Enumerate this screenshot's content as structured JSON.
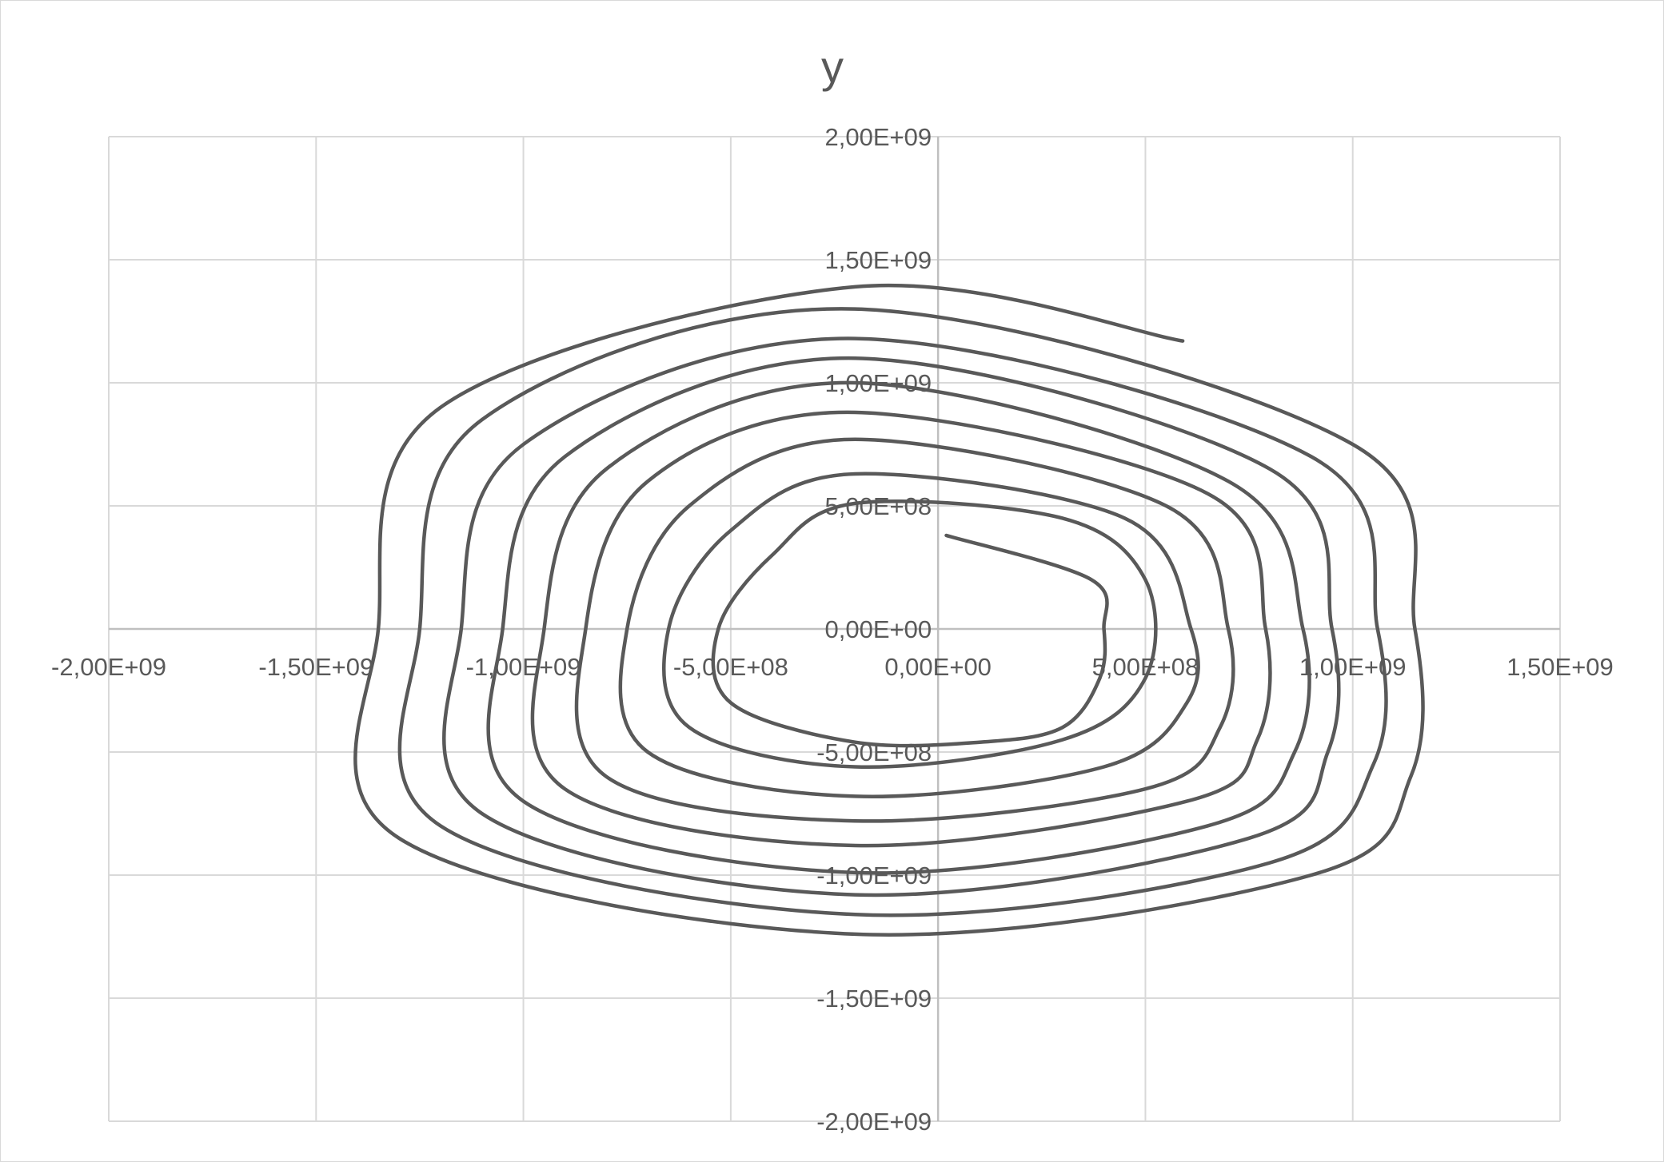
{
  "chart_data": {
    "type": "scatter",
    "title": "y",
    "series": [
      {
        "style": "smooth line, no markers",
        "color": "#595959",
        "shape": "elliptical spiral winding outward",
        "start": [
          20000000,
          380000000
        ],
        "end": [
          590000000,
          1170000000
        ],
        "turns": 8.15,
        "center": [
          -200000000,
          0
        ],
        "semi_axes_start": [
          610000000,
          465000000
        ],
        "semi_axes_end": [
          1380000000,
          1395000000
        ],
        "x": [
          20000000,
          370000000,
          400000000,
          390000000,
          300000000,
          100000000,
          -200000000,
          -500000000,
          -530000000,
          -400000000,
          -200000000,
          300000000,
          500000000,
          500000000,
          300000000,
          -200000000,
          -600000000,
          -650000000,
          -500000000,
          -200000000,
          450000000,
          610000000,
          600000000,
          400000000,
          -200000000,
          -700000000,
          -750000000,
          -600000000,
          -200000000,
          550000000,
          700000000,
          680000000,
          500000000,
          -200000000,
          -800000000,
          -850000000,
          -700000000,
          -200000000,
          650000000,
          790000000,
          770000000,
          600000000,
          -200000000,
          -900000000,
          -950000000,
          -800000000,
          -200000000,
          700000000,
          880000000,
          860000000,
          650000000,
          -200000000,
          -1000000000,
          -1050000000,
          -900000000,
          -200000000,
          800000000,
          950000000,
          940000000,
          750000000,
          -200000000,
          -1100000000,
          -1150000000,
          -1000000000,
          -200000000,
          900000000,
          1060000000,
          1050000000,
          800000000,
          -200000000,
          -1200000000,
          -1250000000,
          -1100000000,
          -200000000,
          1000000000,
          1150000000,
          1140000000,
          900000000,
          -200000000,
          -1300000000,
          -1350000000,
          -1200000000,
          -200000000,
          590000000
        ],
        "y": [
          380000000,
          200000000,
          0,
          -200000000,
          -400000000,
          -460000000,
          -460000000,
          -300000000,
          0,
          300000000,
          510000000,
          450000000,
          200000000,
          -200000000,
          -450000000,
          -560000000,
          -400000000,
          0,
          400000000,
          630000000,
          450000000,
          0,
          -300000000,
          -560000000,
          -680000000,
          -500000000,
          0,
          500000000,
          770000000,
          500000000,
          0,
          -400000000,
          -650000000,
          -780000000,
          -600000000,
          0,
          600000000,
          880000000,
          550000000,
          0,
          -450000000,
          -700000000,
          -880000000,
          -650000000,
          0,
          650000000,
          1000000000,
          600000000,
          0,
          -500000000,
          -800000000,
          -990000000,
          -700000000,
          0,
          700000000,
          1100000000,
          650000000,
          0,
          -500000000,
          -850000000,
          -1080000000,
          -750000000,
          0,
          750000000,
          1180000000,
          700000000,
          0,
          -550000000,
          -950000000,
          -1160000000,
          -800000000,
          0,
          850000000,
          1300000000,
          750000000,
          0,
          -600000000,
          -1000000000,
          -1240000000,
          -850000000,
          0,
          900000000,
          1390000000,
          1170000000
        ]
      }
    ],
    "xlim": [
      -2000000000,
      1500000000
    ],
    "ylim": [
      -2000000000,
      2000000000
    ],
    "x_ticks": [
      -2000000000,
      -1500000000,
      -1000000000,
      -500000000,
      0,
      500000000,
      1000000000,
      1500000000
    ],
    "y_ticks": [
      -2000000000,
      -1500000000,
      -1000000000,
      -500000000,
      0,
      500000000,
      1000000000,
      1500000000,
      2000000000
    ],
    "x_tick_labels": [
      "-2,00E+09",
      "-1,50E+09",
      "-1,00E+09",
      "-5,00E+08",
      "0,00E+00",
      "5,00E+08",
      "1,00E+09",
      "1,50E+09"
    ],
    "y_tick_labels": [
      "-2,00E+09",
      "-1,50E+09",
      "-1,00E+09",
      "-5,00E+08",
      "0,00E+00",
      "5,00E+08",
      "1,00E+09",
      "1,50E+09",
      "2,00E+09"
    ],
    "grid": true,
    "legend": "none",
    "colors": {
      "line": "#595959",
      "grid": "#d9d9d9",
      "axis": "#bfbfbf",
      "text": "#595959"
    }
  }
}
